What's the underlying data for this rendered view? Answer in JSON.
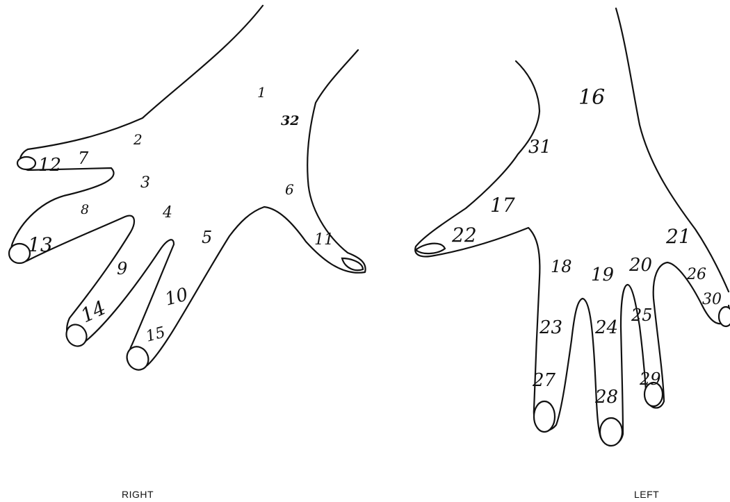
{
  "captions": {
    "right": "RIGHT",
    "left": "LEFT"
  },
  "right_hand": {
    "labels": [
      "1",
      "32",
      "2",
      "12",
      "7",
      "3",
      "6",
      "8",
      "13",
      "4",
      "5",
      "9",
      "11",
      "14",
      "10",
      "15"
    ]
  },
  "left_hand": {
    "labels": [
      "16",
      "31",
      "17",
      "22",
      "21",
      "18",
      "19",
      "20",
      "26",
      "30",
      "23",
      "24",
      "25",
      "29",
      "27",
      "28"
    ]
  }
}
